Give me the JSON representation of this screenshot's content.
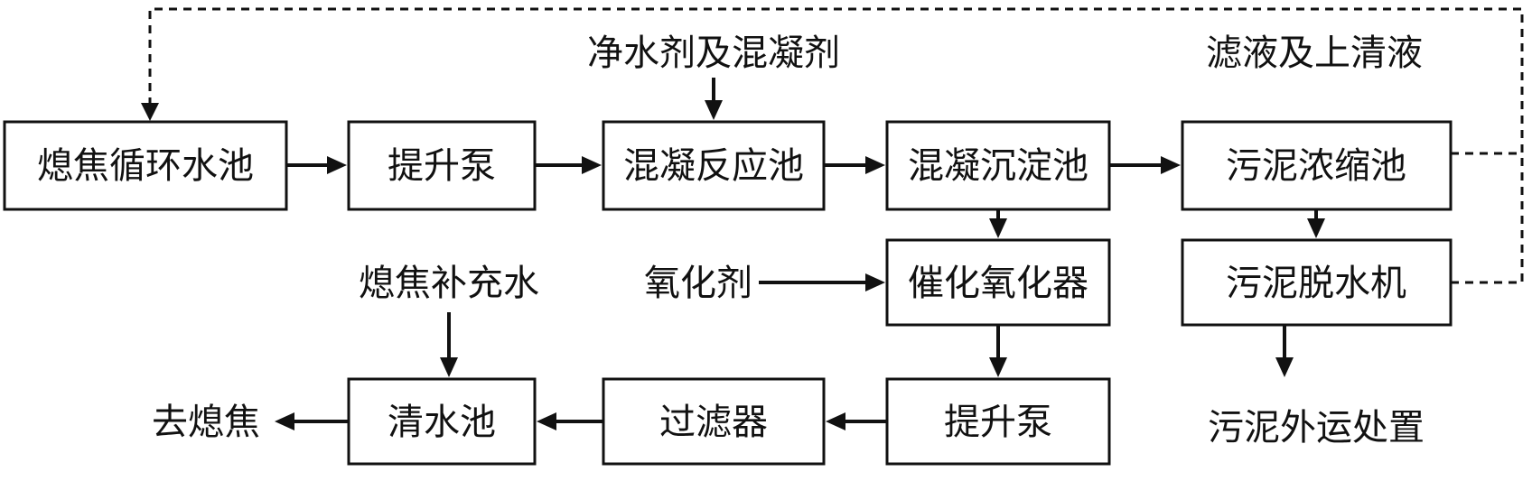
{
  "diagram": {
    "nodes": [
      {
        "id": "quench-pool",
        "label": "熄焦循环水池"
      },
      {
        "id": "lift-pump-1",
        "label": "提升泵"
      },
      {
        "id": "coag-reaction",
        "label": "混凝反应池"
      },
      {
        "id": "coag-settling",
        "label": "混凝沉淀池"
      },
      {
        "id": "sludge-thickener",
        "label": "污泥浓缩池"
      },
      {
        "id": "catalytic-oxidizer",
        "label": "催化氧化器"
      },
      {
        "id": "sludge-dewater",
        "label": "污泥脱水机"
      },
      {
        "id": "clear-pool",
        "label": "清水池"
      },
      {
        "id": "filter",
        "label": "过滤器"
      },
      {
        "id": "lift-pump-2",
        "label": "提升泵"
      }
    ],
    "labels": {
      "purifier": "净水剂及混凝剂",
      "filtrate": "滤液及上清液",
      "oxidant": "氧化剂",
      "makeup": "熄焦补充水",
      "to_quench": "去熄焦",
      "sludge_out": "污泥外运处置"
    }
  }
}
